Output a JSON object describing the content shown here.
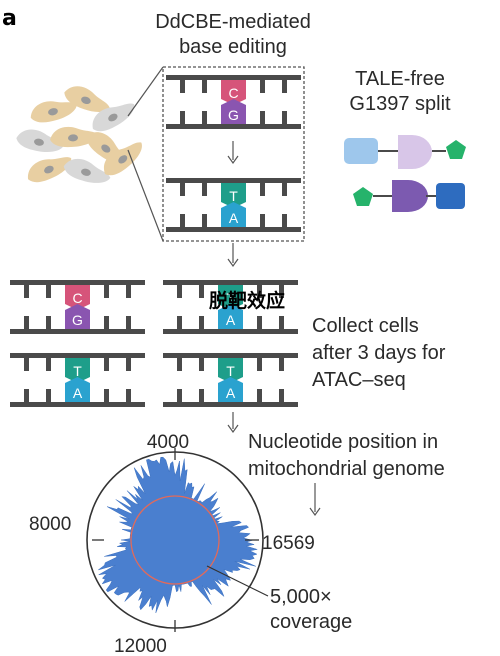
{
  "panel_label": "a",
  "heading": {
    "line1": "DdCBE-mediated",
    "line2": "base editing"
  },
  "tale": {
    "line1": "TALE-free",
    "line2": "G1397 split"
  },
  "collect": {
    "line1": "Collect cells",
    "line2": "after 3 days for",
    "line3": "ATAC–seq"
  },
  "nucleotide": {
    "line1": "Nucleotide position in",
    "line2": "mitochondrial genome"
  },
  "coverage": {
    "line1": "5,000×",
    "line2": "coverage"
  },
  "ticks": {
    "t4000": "4000",
    "t8000": "8000",
    "t12000": "12000",
    "t16569": "16569"
  },
  "bases": {
    "C": "C",
    "G": "G",
    "T": "T",
    "A": "A"
  },
  "watermark": "脱靶效应",
  "colors": {
    "C": "#d6547a",
    "G": "#8a55b0",
    "T": "#1e9e8a",
    "A": "#2aa2cf",
    "coverage_fill": "#4a7fcf",
    "threshold_ring": "#e26a5a",
    "dna": "#4a4a4a"
  }
}
